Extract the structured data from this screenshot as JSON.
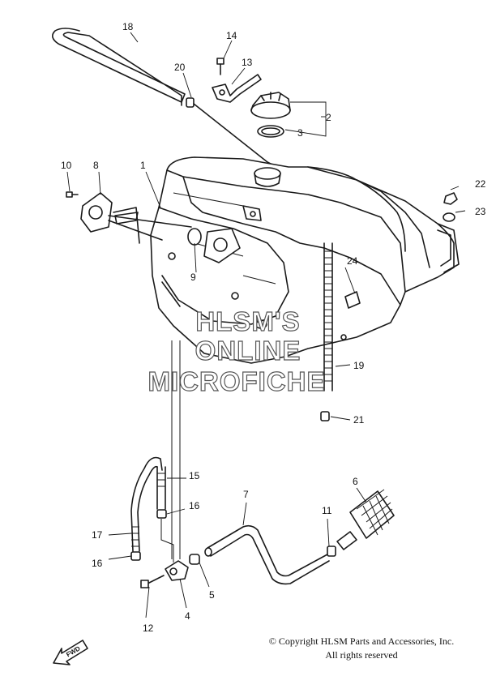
{
  "callouts": [
    {
      "num": "1"
    },
    {
      "num": "2"
    },
    {
      "num": "3"
    },
    {
      "num": "4"
    },
    {
      "num": "5"
    },
    {
      "num": "6"
    },
    {
      "num": "7"
    },
    {
      "num": "8"
    },
    {
      "num": "9"
    },
    {
      "num": "10"
    },
    {
      "num": "11"
    },
    {
      "num": "12"
    },
    {
      "num": "13"
    },
    {
      "num": "14"
    },
    {
      "num": "15"
    },
    {
      "num": "16"
    },
    {
      "num": "16"
    },
    {
      "num": "17"
    },
    {
      "num": "18"
    },
    {
      "num": "19"
    },
    {
      "num": "20"
    },
    {
      "num": "21"
    },
    {
      "num": "22"
    },
    {
      "num": "23"
    },
    {
      "num": "24"
    }
  ],
  "watermark": {
    "line1": "HLSM'S",
    "line2": "ONLINE",
    "line3": "MICROFICHE"
  },
  "copyright": {
    "line1": "© Copyright HLSM Parts and Accessories, Inc.",
    "line2": "All rights reserved"
  },
  "fwd_label": "FWD",
  "colors": {
    "line": "#1a1a1a",
    "background": "#ffffff"
  },
  "icons": {
    "direction": "fwd-arrow-icon"
  }
}
